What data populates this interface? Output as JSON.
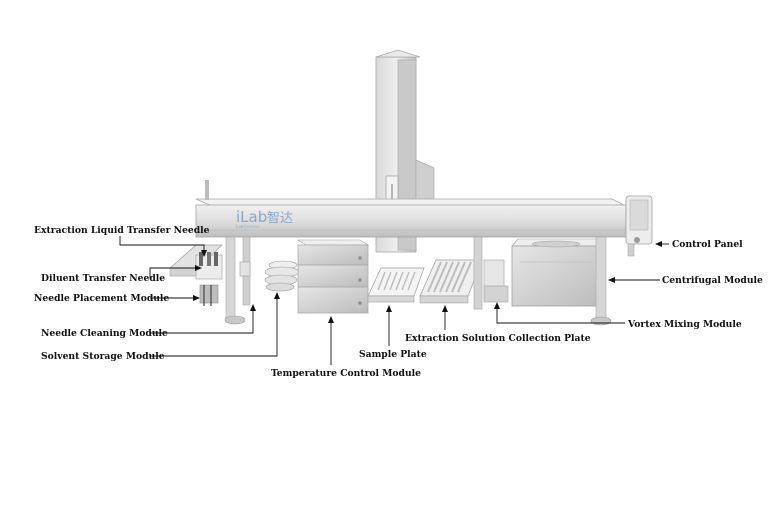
{
  "brand": {
    "logo": "iLab",
    "logo_cn": "智达",
    "logo_sub": "LabGenious"
  },
  "labels": {
    "extraction_liquid_transfer_needle": "Extraction Liquid Transfer Needle",
    "diluent_transfer_needle": "Diluent Transfer Needle",
    "needle_placement_module": "Needle Placement Module",
    "needle_cleaning_module": "Needle Cleaning Module",
    "solvent_storage_module": "Solvent Storage Module",
    "temperature_control_module": "Temperature Control Module",
    "sample_plate": "Sample Plate",
    "extraction_solution_collection_plate": "Extraction Solution Collection Plate",
    "control_panel": "Control Panel",
    "centrifugal_module": "Centrifugal Module",
    "vortex_mixing_module": "Vortex Mixing Module"
  }
}
